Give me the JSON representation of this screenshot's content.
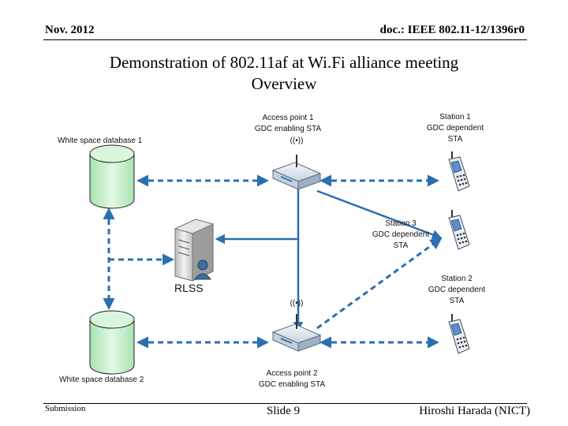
{
  "header": {
    "date": "Nov. 2012",
    "doc_id": "doc.: IEEE 802.11-12/1396r0"
  },
  "title": {
    "line1": "Demonstration of 802.11af at Wi.Fi alliance meeting",
    "line2": "Overview"
  },
  "diagram": {
    "db1": "White space database 1",
    "db2": "White space database 2",
    "rlss": "RLSS",
    "ap1": [
      "Access point 1",
      "GDC enabling STA"
    ],
    "ap2": [
      "Access point 2",
      "GDC enabling STA"
    ],
    "sta1": [
      "Station 1",
      "GDC dependent",
      "STA"
    ],
    "sta2": [
      "Station 2",
      "GDC dependent",
      "STA"
    ],
    "sta3": [
      "Station 3",
      "GDC dependent",
      "STA"
    ],
    "wireless_glyph": "((•))"
  },
  "footer": {
    "submission": "Submission",
    "slide": "Slide 9",
    "author": "Hiroshi Harada (NICT)"
  },
  "colors": {
    "link_blue": "#2a6fb0",
    "db_green": "#c9f0cf",
    "device_blue": "#3d6fa6"
  }
}
